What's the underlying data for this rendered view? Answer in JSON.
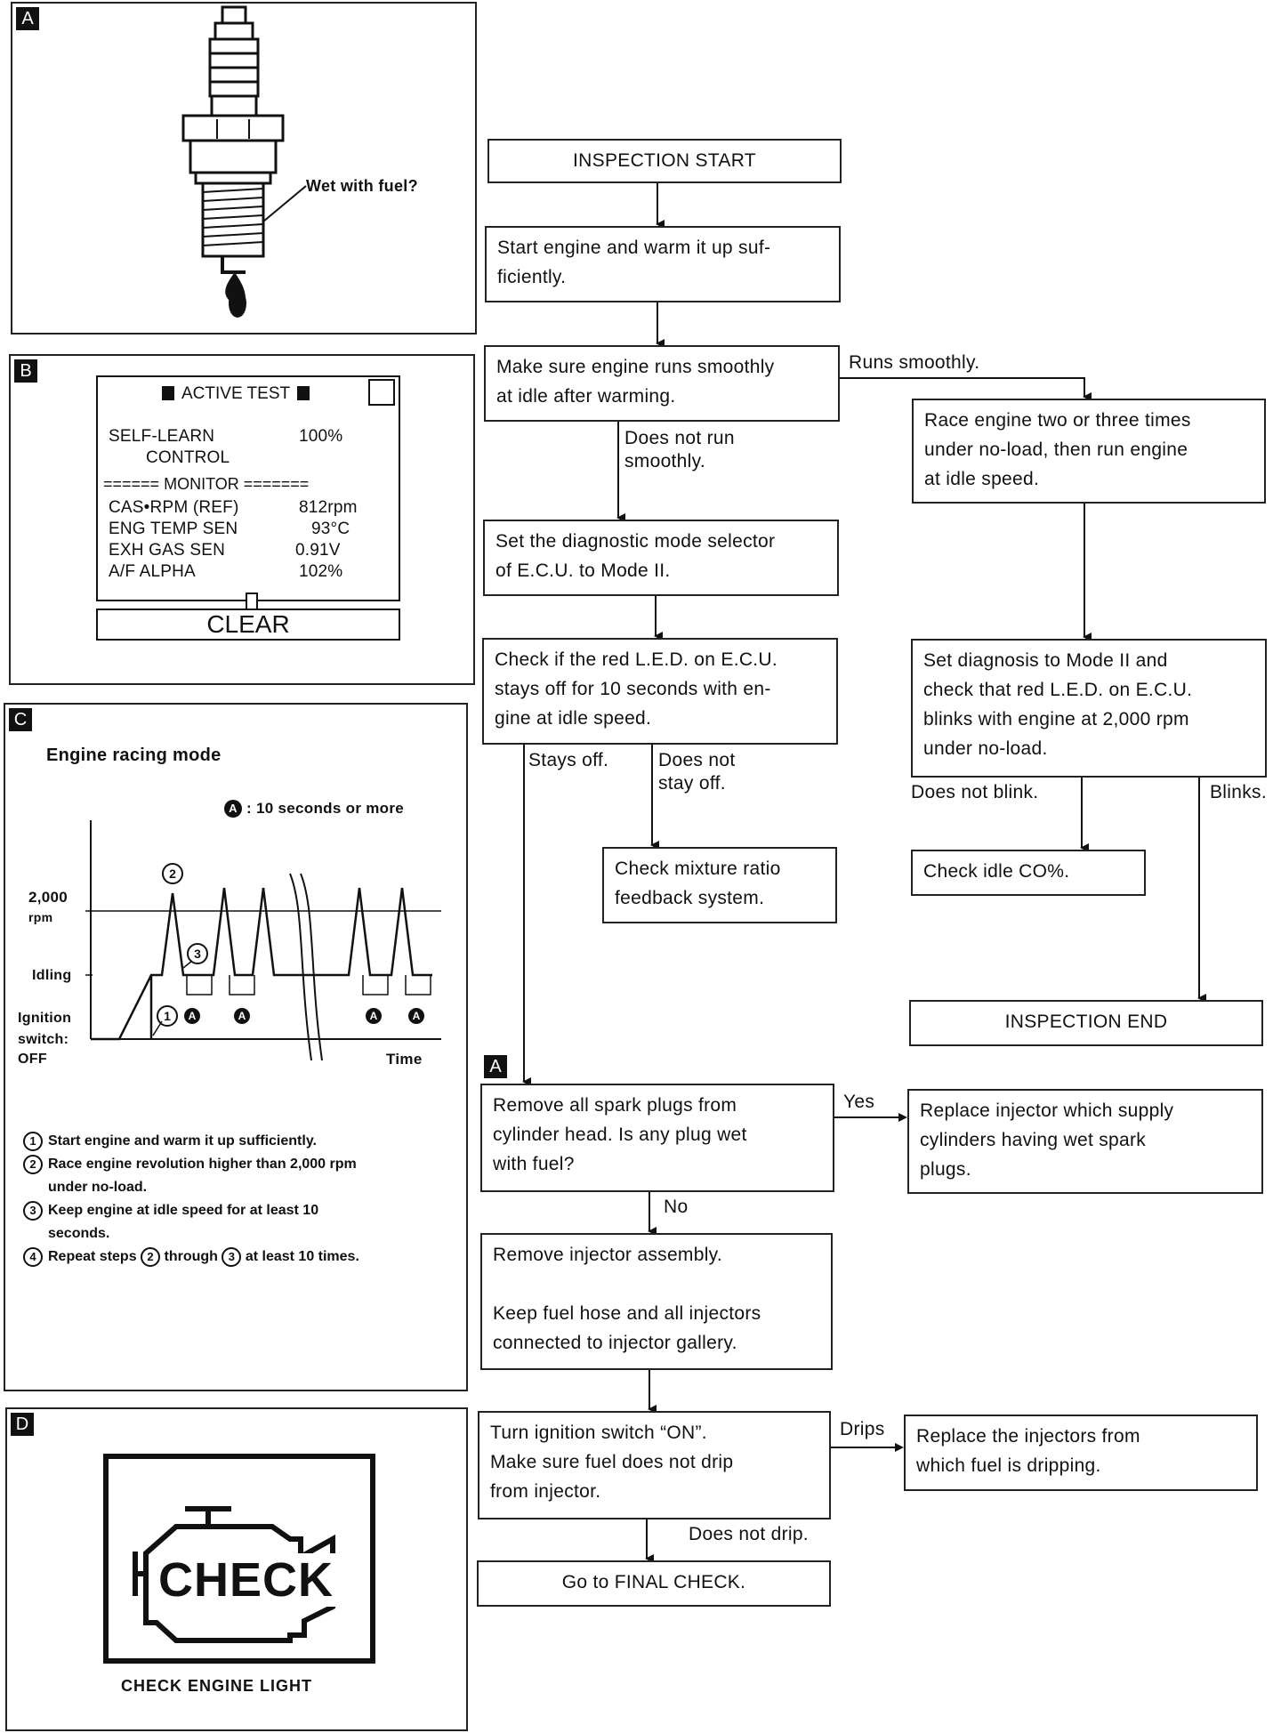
{
  "panels": {
    "a": {
      "tag": "A",
      "callout": "Wet with fuel?"
    },
    "b": {
      "tag": "B",
      "title": "ACTIVE TEST",
      "rows_top": [
        {
          "label": "SELF-LEARN",
          "label2": "CONTROL",
          "value": "100%"
        }
      ],
      "divider": "====== MONITOR =======",
      "rows": [
        {
          "label": "CAS•RPM (REF)",
          "value": "812rpm"
        },
        {
          "label": "ENG TEMP SEN",
          "value": "93°C"
        },
        {
          "label": "EXH GAS SEN",
          "value": "0.91V"
        },
        {
          "label": "A/F ALPHA",
          "value": "102%"
        }
      ],
      "clear_label": "CLEAR"
    },
    "c": {
      "tag": "C",
      "title": "Engine racing mode",
      "legend_mark": "A",
      "legend_text": ": 10 seconds or more",
      "y_label_2000": "2,000",
      "y_label_rpm": "rpm",
      "y_label_idling": "Idling",
      "y_label_ign1": "Ignition",
      "y_label_ign2": "switch:",
      "y_label_off": "OFF",
      "x_label": "Time",
      "mark_1": "1",
      "mark_2": "2",
      "mark_3": "3",
      "steps": [
        {
          "num": "1",
          "text": "Start engine and warm it up sufficiently."
        },
        {
          "num": "2",
          "text": "Race engine revolution higher than 2,000 rpm",
          "text2": "under no-load."
        },
        {
          "num": "3",
          "text": "Keep engine at idle speed for at least 10",
          "text2": "seconds."
        },
        {
          "num": "4",
          "text_pre": "Repeat steps",
          "ref_a": "2",
          "text_mid": "through",
          "ref_b": "3",
          "text_post": "at least 10 times."
        }
      ]
    },
    "d": {
      "tag": "D",
      "logo_text": "CHECK",
      "caption": "CHECK ENGINE LIGHT"
    }
  },
  "flow": {
    "start": "INSPECTION START",
    "warm": [
      "Start engine and warm it up suf-",
      "ficiently."
    ],
    "smooth": [
      "Make sure engine runs smoothly",
      "at idle after warming."
    ],
    "label_runs_smoothly": "Runs smoothly.",
    "race": [
      "Race engine two or three times",
      "under no-load, then run engine",
      "at idle speed."
    ],
    "label_not_smooth": [
      "Does not run",
      "smoothly."
    ],
    "selector": [
      "Set the diagnostic mode selector",
      "of E.C.U. to Mode II."
    ],
    "led_check": [
      "Check if the red L.E.D. on E.C.U.",
      "stays off for 10 seconds with en-",
      "gine at idle speed."
    ],
    "blink_check": [
      "Set diagnosis to Mode II and",
      "check that red L.E.D. on E.C.U.",
      "blinks with engine at 2,000 rpm",
      "under no-load."
    ],
    "label_stays_off": "Stays off.",
    "label_not_stay_off": [
      "Does not",
      "stay off."
    ],
    "label_not_blink": "Does not blink.",
    "label_blinks": "Blinks.",
    "mixture": [
      "Check mixture ratio",
      "feedback system."
    ],
    "idle_co": "Check idle CO%.",
    "end": "INSPECTION END",
    "a_marker": "A",
    "plugs": [
      "Remove all spark plugs from",
      "cylinder head. Is any plug wet",
      "with fuel?"
    ],
    "label_yes": "Yes",
    "replace_wet": [
      "Replace injector which supply",
      "cylinders having wet spark",
      "plugs."
    ],
    "label_no": "No",
    "remove_inj": [
      "Remove injector assembly.",
      "",
      "Keep fuel hose and all injectors",
      "connected to injector gallery."
    ],
    "ign_on": [
      "Turn ignition switch “ON”.",
      "Make sure fuel does not drip",
      "from injector."
    ],
    "label_drips": "Drips",
    "replace_drip": [
      "Replace the injectors from",
      "which fuel is dripping."
    ],
    "label_not_drip": "Does not drip.",
    "final": "Go to FINAL CHECK."
  }
}
